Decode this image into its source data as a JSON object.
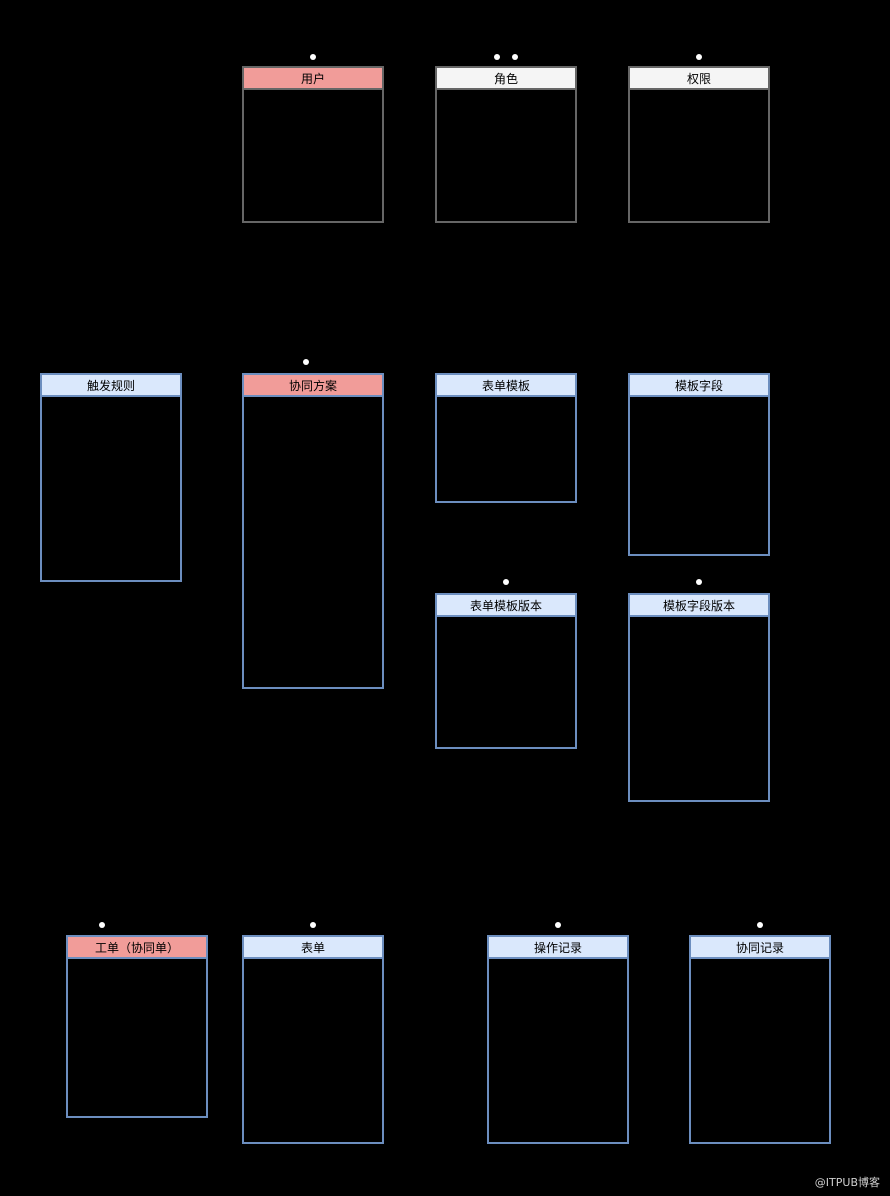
{
  "entities": {
    "user": "用户",
    "role": "角色",
    "permission": "权限",
    "trigger_rule": "触发规则",
    "collab_plan": "协同方案",
    "form_template": "表单模板",
    "template_field": "模板字段",
    "form_template_version": "表单模板版本",
    "template_field_version": "模板字段版本",
    "work_order": "工单（协同单）",
    "form": "表单",
    "operation_log": "操作记录",
    "collab_log": "协同记录"
  },
  "colors": {
    "red_header": "#f19c99",
    "gray_header": "#f5f5f5",
    "blue_header": "#dae8fc",
    "blue_border": "#6c8ebf",
    "gray_border": "#666666"
  },
  "watermark": "@ITPUB博客"
}
